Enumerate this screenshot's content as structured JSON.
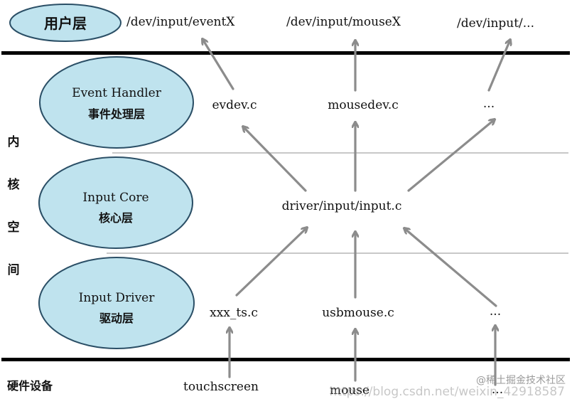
{
  "user_layer": {
    "label": "用户层",
    "paths": [
      "/dev/input/eventX",
      "/dev/input/mouseX",
      "/dev/input/..."
    ]
  },
  "kernel_label": [
    "内",
    "核",
    "空",
    "间"
  ],
  "layers": [
    {
      "en": "Event Handler",
      "zh": "事件处理层"
    },
    {
      "en": "Input Core",
      "zh": "核心层"
    },
    {
      "en": "Input Driver",
      "zh": "驱动层"
    }
  ],
  "event_handler_files": [
    "evdev.c",
    "mousedev.c",
    "..."
  ],
  "core_file": "driver/input/input.c",
  "driver_files": [
    "xxx_ts.c",
    "usbmouse.c",
    "..."
  ],
  "hardware": {
    "label": "硬件设备",
    "devices": [
      "touchscreen",
      "mouse",
      "..."
    ]
  },
  "watermarks": [
    "https://blog.csdn.net/weixin_42918587",
    "@稀土掘金技术社区"
  ],
  "colors": {
    "ellipse_fill": "#bfe3ee",
    "ellipse_stroke": "#2b4f66",
    "arrow": "#8c8c8c",
    "rule": "#000000",
    "separator": "#c8c8c8"
  }
}
